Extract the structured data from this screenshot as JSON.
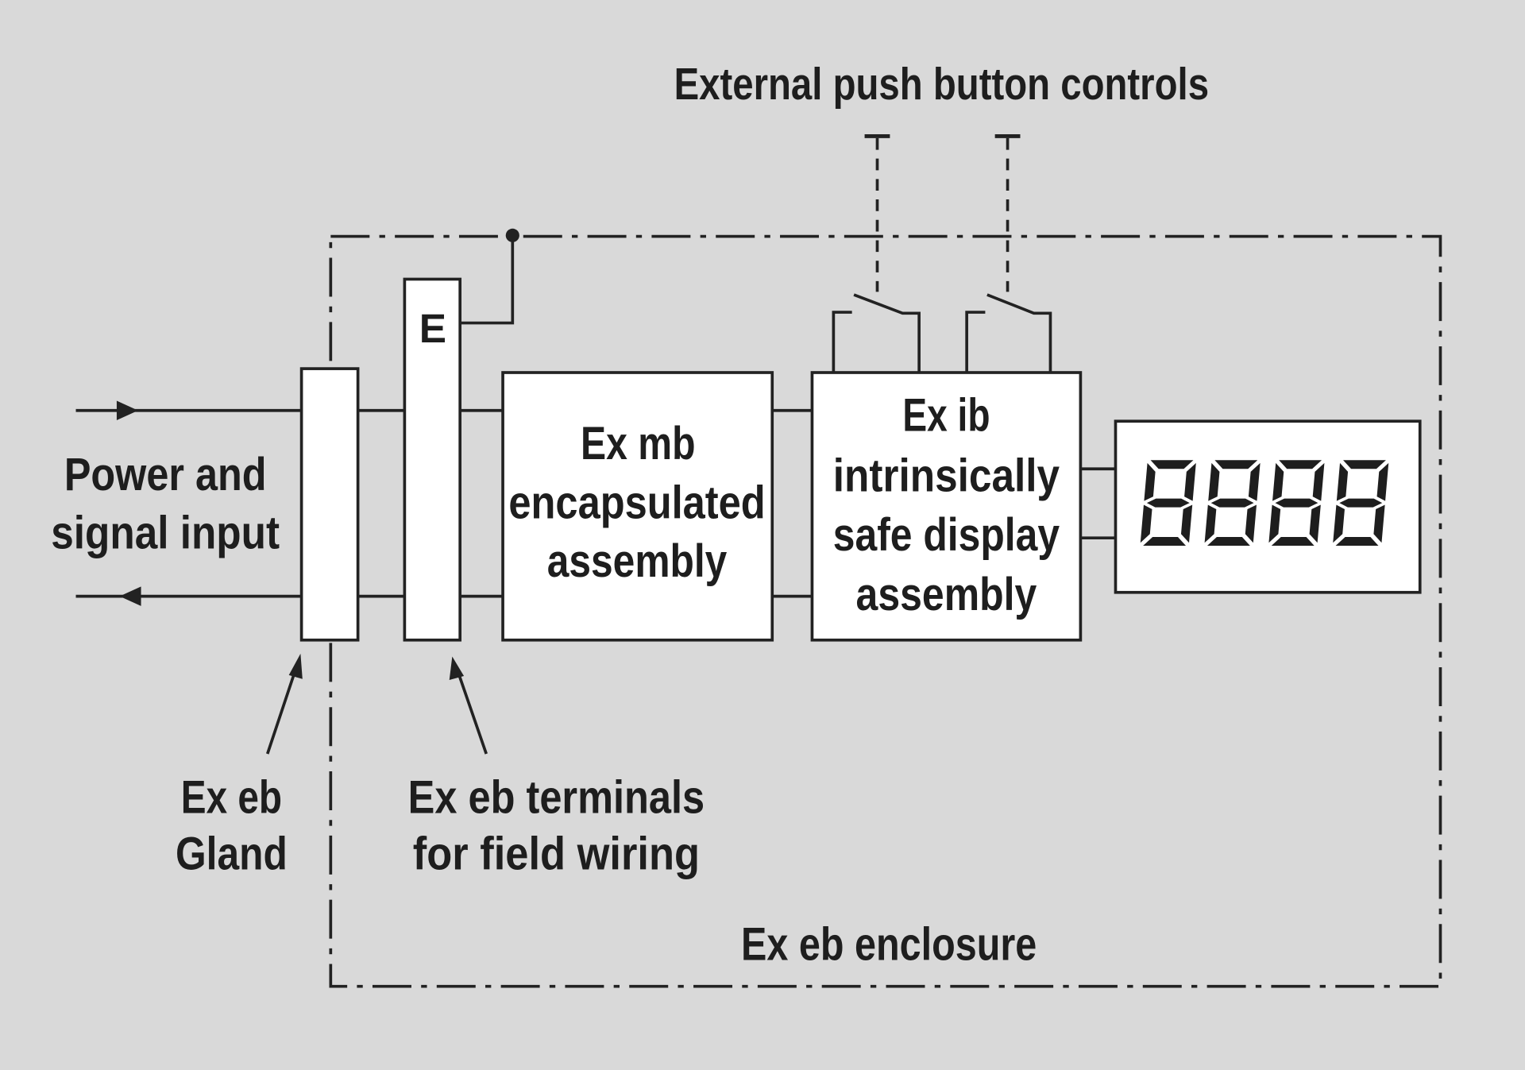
{
  "title": "External push button controls",
  "input_label": [
    "Power and",
    "signal input"
  ],
  "gland_label": [
    "Ex eb",
    "Gland"
  ],
  "terminals_label": [
    "Ex eb terminals",
    "for field wiring"
  ],
  "terminal_block_letter": "E",
  "encapsulated_block": [
    "Ex mb",
    "encapsulated",
    "assembly"
  ],
  "display_block": [
    "Ex ib",
    "intrinsically",
    "safe display",
    "assembly"
  ],
  "display_value": "8888",
  "enclosure_label": "Ex eb enclosure",
  "colors": {
    "background": "#d9d9d9",
    "line": "#222222",
    "box_fill": "#ffffff"
  }
}
